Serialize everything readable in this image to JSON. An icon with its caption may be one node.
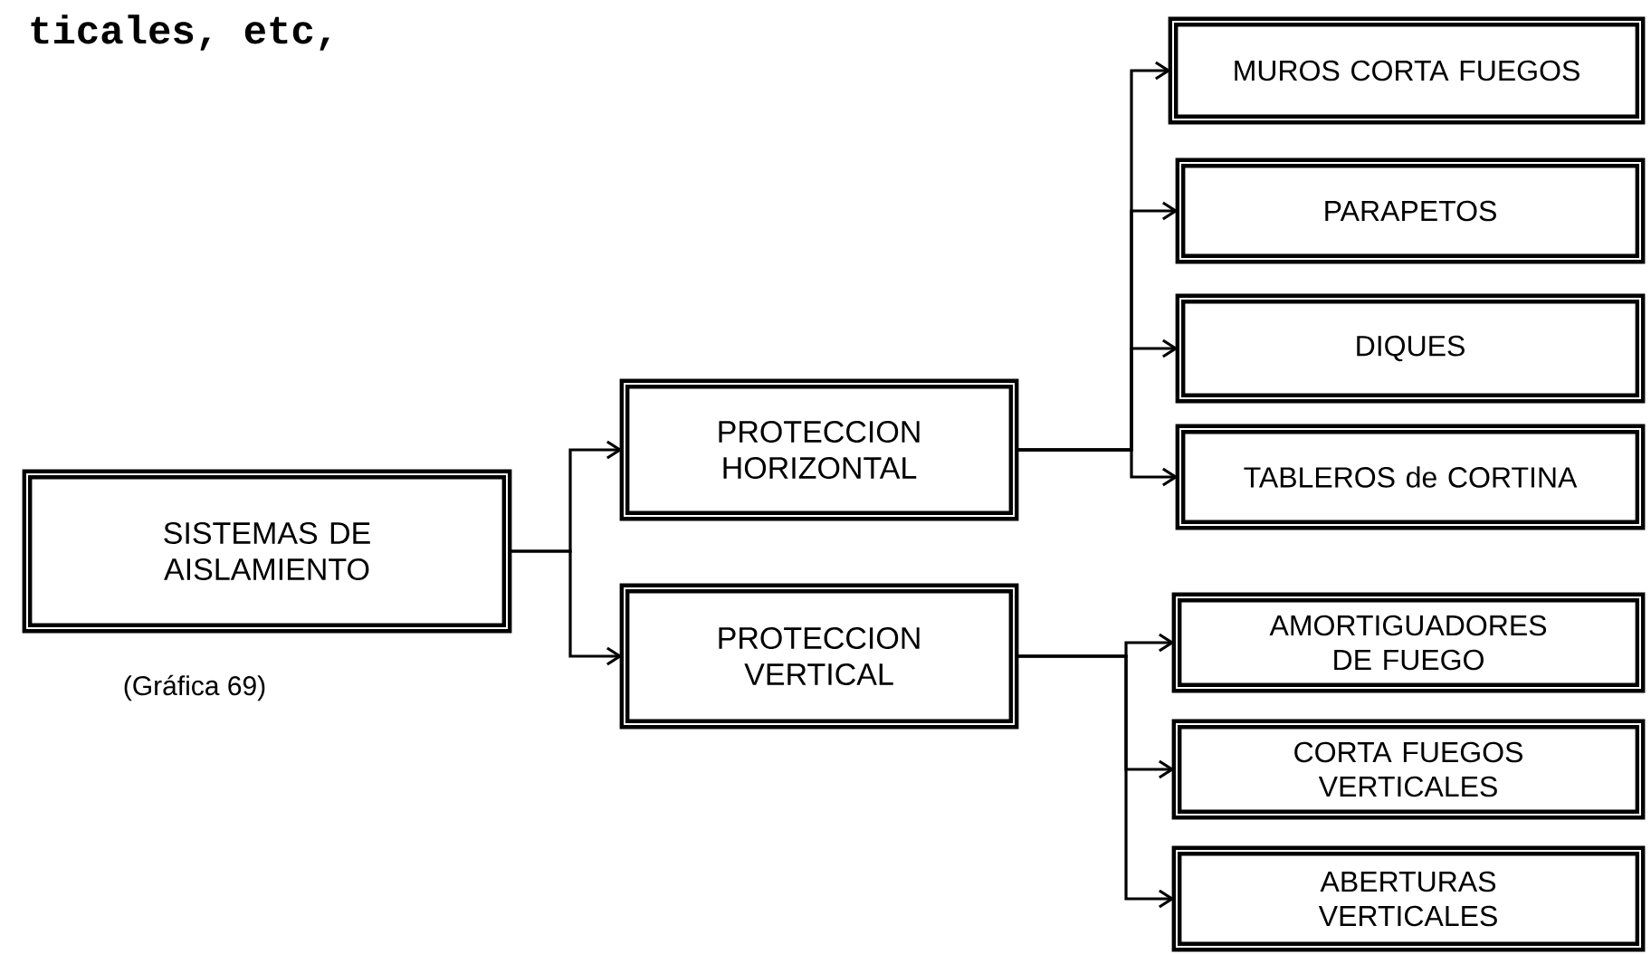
{
  "diagram": {
    "nodes": [
      {
        "text": [
          "SISTEMAS DE AISLAMIENTO"
        ],
        "beside": [
          "(Gráfica 69)"
        ]
      },
      {
        "text": [
          "PROTECCION HORIZONTAL"
        ]
      },
      {
        "text": [
          "PROTECCION VERTICAL"
        ]
      },
      {
        "text": [
          "MUROS CORTA FUEGOS"
        ]
      },
      {
        "text": [
          "PARAPETOS"
        ]
      },
      {
        "text": [
          "DIQUES"
        ]
      },
      {
        "text": [
          "TABLEROS de CORTINA"
        ]
      },
      {
        "text": [
          "AMORTIGUADORES DE FUEGO"
        ]
      },
      {
        "text": [
          "CORTA FUEGOS VERTICALES"
        ]
      },
      {
        "text": [
          "ABERTURAS VERTICALES"
        ]
      }
    ],
    "edges": [
      {
        "from": 0,
        "to": 1,
        "arrow": "to"
      },
      {
        "from": 0,
        "to": 2,
        "arrow": "to"
      },
      {
        "from": 1,
        "to": 3,
        "arrow": "to"
      },
      {
        "from": 1,
        "to": 4,
        "arrow": "to"
      },
      {
        "from": 1,
        "to": 5,
        "arrow": "to"
      },
      {
        "from": 1,
        "to": 6,
        "arrow": "to"
      },
      {
        "from": 2,
        "to": 7,
        "arrow": "to"
      },
      {
        "from": 2,
        "to": 8,
        "arrow": "to"
      },
      {
        "from": 2,
        "to": 9,
        "arrow": "to"
      }
    ],
    "labels": [
      "ticales, etc,"
    ]
  }
}
